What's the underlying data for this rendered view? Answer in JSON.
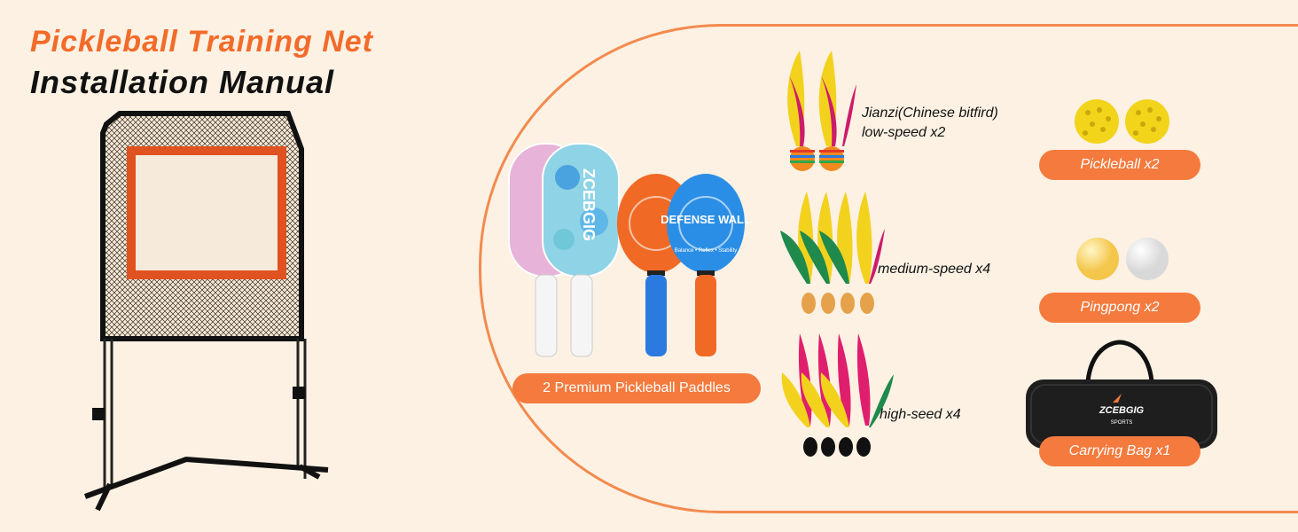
{
  "heading": {
    "line1": "Pickleball Training Net",
    "line2": "Installation Manual"
  },
  "paddles": {
    "label": "2 Premium Pickleball Paddles",
    "brand": "ZCEBGIG",
    "paddle_text": "DEFENSE WALL",
    "paddle_subtext": "Balance • Reflex • Stability"
  },
  "shuttles": [
    {
      "line1": "Jianzi(Chinese bitfird)",
      "line2": "low-speed x2"
    },
    {
      "line1": "medium-speed x4"
    },
    {
      "line1": "high-seed x4"
    }
  ],
  "items": {
    "pickleball": "Pickleball x2",
    "pingpong": "Pingpong x2",
    "bag": "Carrying Bag x1",
    "bag_brand": "ZCEBGIG",
    "bag_sub": "SPORTS"
  },
  "colors": {
    "accent": "#f47a3d",
    "title_orange": "#f26b2a",
    "background": "#fcf1e3"
  }
}
